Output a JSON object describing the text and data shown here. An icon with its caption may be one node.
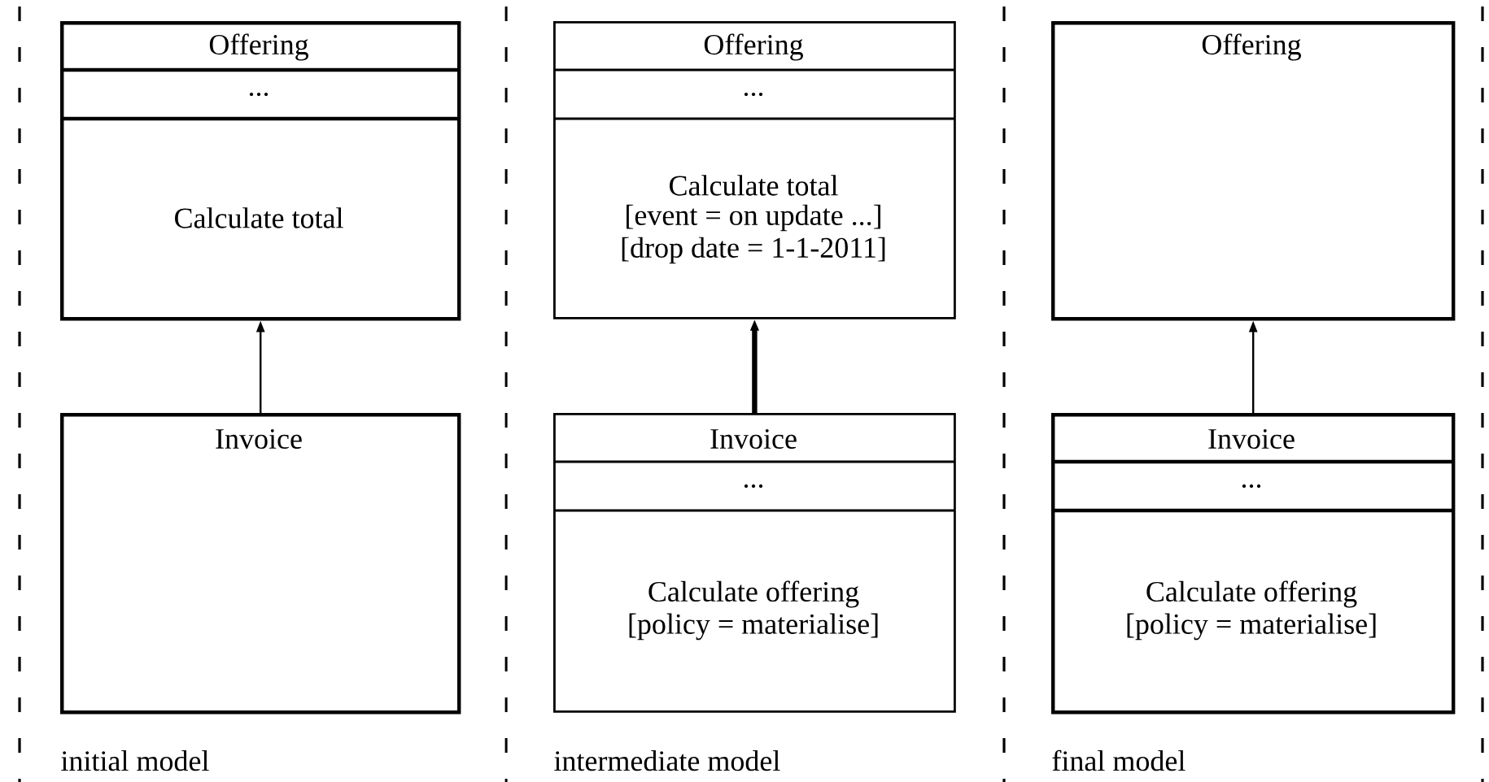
{
  "diagram": {
    "nodes": [
      {
        "text": [
          "Offering",
          "...",
          "Calculate total"
        ]
      },
      {
        "text": [
          "Invoice"
        ]
      },
      {
        "text": [
          "Offering",
          "...",
          "Calculate total",
          "[event = on update ...]",
          "[drop date = 1-1-2011]"
        ]
      },
      {
        "text": [
          "Invoice",
          "...",
          "Calculate offering",
          "[policy = materialise]"
        ]
      },
      {
        "text": [
          "Offering"
        ]
      },
      {
        "text": [
          "Invoice",
          "...",
          "Calculate offering",
          "[policy = materialise]"
        ]
      }
    ],
    "edges": [
      {
        "from": 1,
        "to": 0,
        "arrow": "to"
      },
      {
        "from": 3,
        "to": 2,
        "arrow": "to",
        "style": "thick"
      },
      {
        "from": 5,
        "to": 4,
        "arrow": "to"
      }
    ],
    "labels": [
      "initial model",
      "intermediate model",
      "final model"
    ]
  }
}
